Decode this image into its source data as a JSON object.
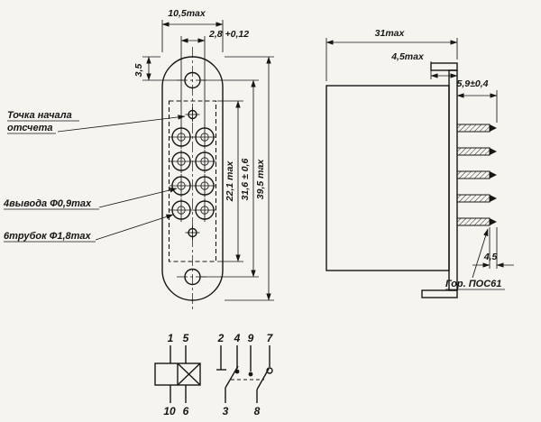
{
  "drawing_type": "relay-outline-technical-drawing",
  "colors": {
    "ink": "#161616",
    "paper": "#f5f4ef"
  },
  "front_view": {
    "dimensions": {
      "width": "10,5max",
      "pin_pitch": "2,8 +0,12",
      "hole_offset": "3,5",
      "contact_field_height": "22,1 max",
      "hole_pitch": "31,6 ± 0,6",
      "total_height": "39,5 max"
    },
    "labels": {
      "ref1": "Точка начала",
      "ref2": "отсчета",
      "leads": "4вывода Ф0,9max",
      "tubes": "6трубок Ф1,8max"
    }
  },
  "side_view": {
    "dimensions": {
      "width": "31max",
      "flange": "4,5max",
      "pin_length": "5,9±0,4",
      "tip": "4,5"
    },
    "labels": {
      "solder": "Гор. ПОС61"
    }
  },
  "schematic": {
    "pins_top": [
      "1",
      "5",
      "2",
      "4",
      "9",
      "7"
    ],
    "pins_bottom": [
      "10",
      "6",
      "3",
      "8"
    ]
  }
}
